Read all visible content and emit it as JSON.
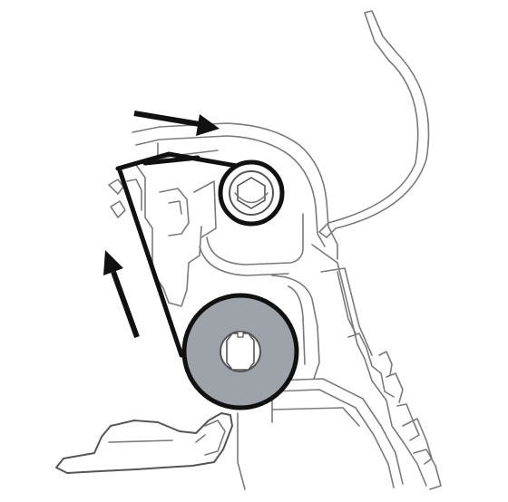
{
  "diagram": {
    "colors": {
      "outline": "#7a7a7a",
      "ribbon": "#111111",
      "supply_roll_fill": "#9da3a8",
      "core": "#ffffff"
    },
    "components": [
      {
        "name": "ribbon-supply-roll",
        "shape": "filled roll with white core"
      },
      {
        "name": "ribbon-take-up-spindle",
        "shape": "empty hexagonal spindle"
      },
      {
        "name": "ribbon-path",
        "shape": "closed belt around supply and take-up"
      },
      {
        "name": "direction-arrow-up",
        "direction": "up"
      },
      {
        "name": "direction-arrow-right",
        "direction": "right"
      },
      {
        "name": "curved-lever-arm",
        "shape": "outline"
      },
      {
        "name": "printer-frame",
        "shape": "outline"
      }
    ]
  }
}
